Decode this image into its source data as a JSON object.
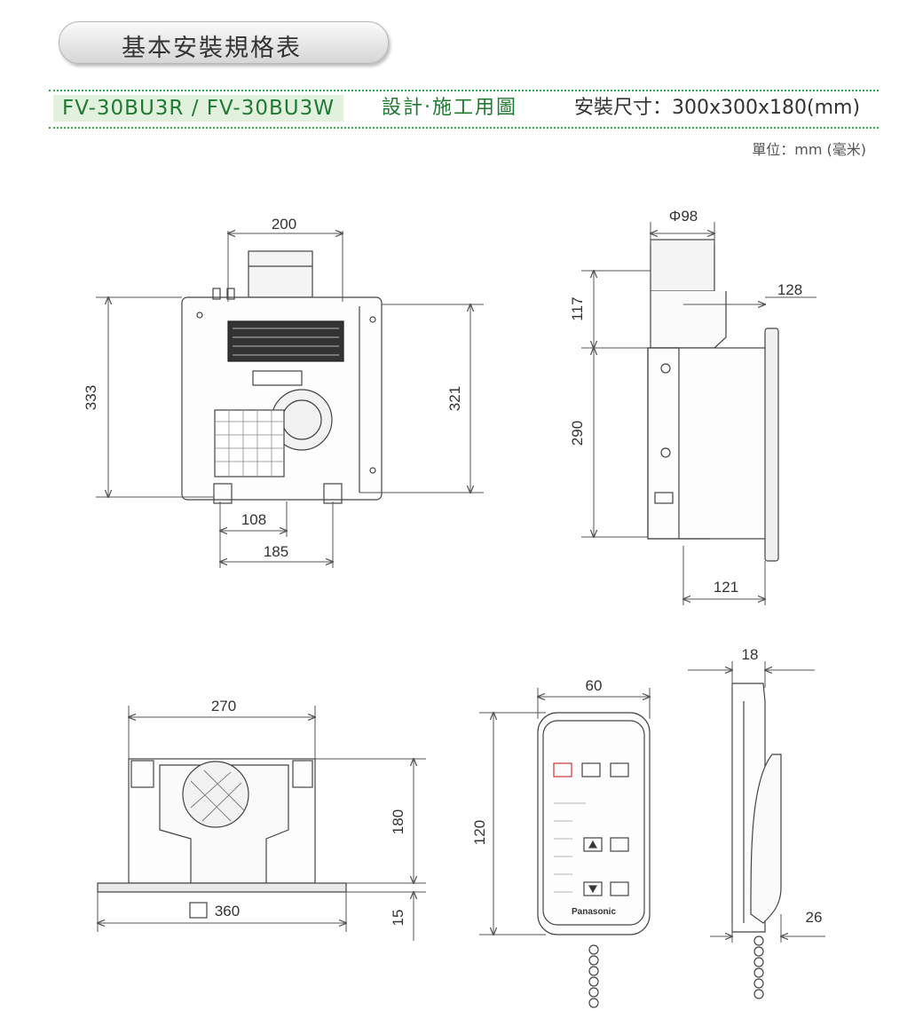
{
  "header": {
    "title": "基本安裝規格表",
    "models": "FV-30BU3R / FV-30BU3W",
    "design_label": "設計‧施工用圖",
    "install_size": "安裝尺寸：300x300x180(mm)",
    "unit": "單位：mm (毫米)"
  },
  "front_view": {
    "width_top": "200",
    "height_left": "333",
    "height_right": "321",
    "dim_108": "108",
    "dim_185": "185"
  },
  "side_view": {
    "duct_dia": "Φ98",
    "dim_117": "117",
    "dim_128": "128",
    "dim_290": "290",
    "dim_121": "121"
  },
  "bottom_view": {
    "width": "270",
    "grille": "360",
    "height": "180",
    "frame": "15"
  },
  "remote_front": {
    "width": "60",
    "height": "120",
    "brand": "Panasonic"
  },
  "remote_side": {
    "depth": "18",
    "depth_bottom": "26"
  },
  "colors": {
    "accent_green": "#1f7a32",
    "dim_line": "#555555"
  }
}
